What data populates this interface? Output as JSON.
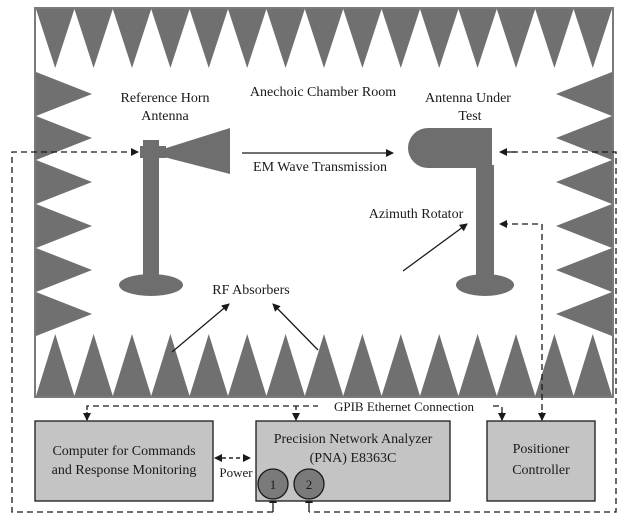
{
  "labels": {
    "chamber": "Anechoic Chamber Room",
    "horn_line1": "Reference Horn",
    "horn_line2": "Antenna",
    "aut_line1": "Antenna Under",
    "aut_line2": "Test",
    "em_wave": "EM Wave Transmission",
    "azimuth": "Azimuth Rotator",
    "absorbers": "RF Absorbers",
    "gpib": "GPIB Ethernet Connection",
    "power": "Power",
    "computer_line1": "Computer for Commands",
    "computer_line2": "and Response Monitoring",
    "pna_line1": "Precision Network Analyzer",
    "pna_line2": "(PNA) E8363C",
    "port1": "1",
    "port2": "2",
    "positioner_line1": "Positioner",
    "positioner_line2": "Controller"
  },
  "colors": {
    "absorber": "#707070",
    "antenna": "#6e6e6e",
    "box_fill": "#c4c4c4",
    "line": "#1a1a1a",
    "chamber_frame": "#7a7a7a"
  }
}
